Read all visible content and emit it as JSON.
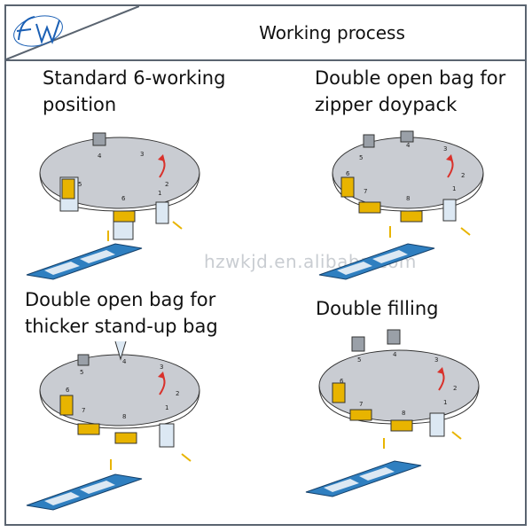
{
  "header": {
    "title": "Working process",
    "logo": "FW"
  },
  "watermark": "hzwkjd.en.alibaba.com",
  "panels": [
    {
      "title_line1": "Standard 6-working",
      "title_line2": "position",
      "stations": [
        "1",
        "2",
        "3",
        "4",
        "5",
        "6"
      ]
    },
    {
      "title_line1": "Double open bag for",
      "title_line2": "zipper doypack",
      "stations": [
        "1",
        "2",
        "3",
        "4",
        "5",
        "6",
        "7",
        "8"
      ]
    },
    {
      "title_line1": "Double open bag for",
      "title_line2": "thicker stand-up bag",
      "stations": [
        "1",
        "2",
        "3",
        "4",
        "5",
        "6",
        "7",
        "8"
      ]
    },
    {
      "title_line1": "Double filling",
      "title_line2": "",
      "stations": [
        "1",
        "2",
        "3",
        "4",
        "5",
        "6",
        "7",
        "8"
      ]
    }
  ],
  "colors": {
    "border": "#5a6470",
    "table": "#c9ccd2",
    "conveyor": "#2f7fc0",
    "arrow": "#e8b400",
    "rotation": "#d9312b",
    "logo": "#1a5fb4"
  }
}
